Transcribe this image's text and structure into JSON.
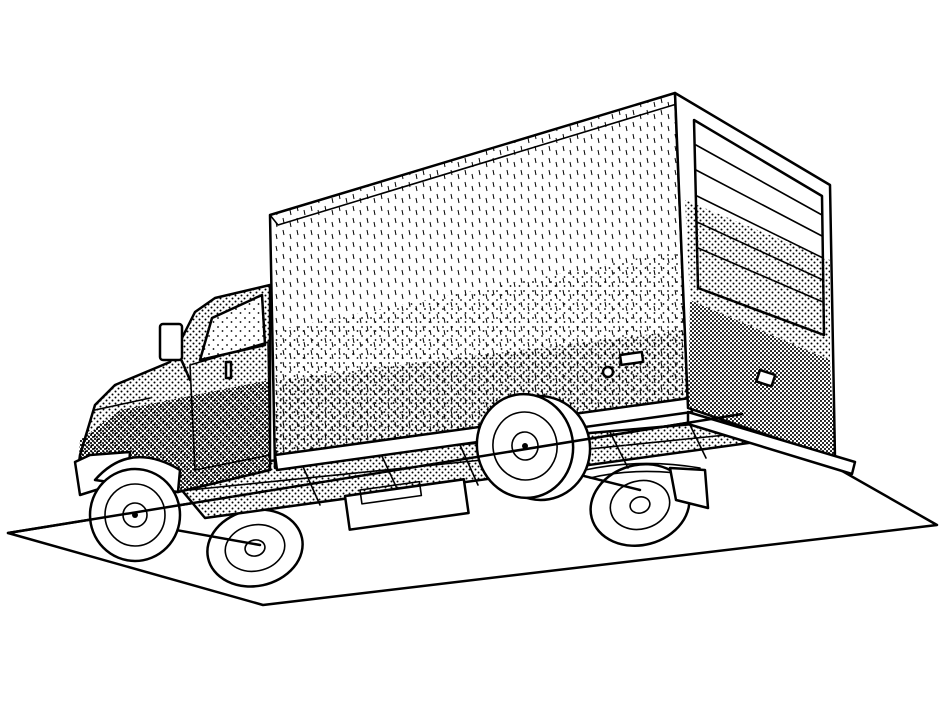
{
  "figure": {
    "subject": "",
    "colors": {
      "ink": "#000000",
      "paper": "#ffffff"
    },
    "shading": {
      "box_side_stipple": "dense-bottom",
      "cab_stipple": "dense",
      "rear_door_stipple": "gradient"
    }
  }
}
